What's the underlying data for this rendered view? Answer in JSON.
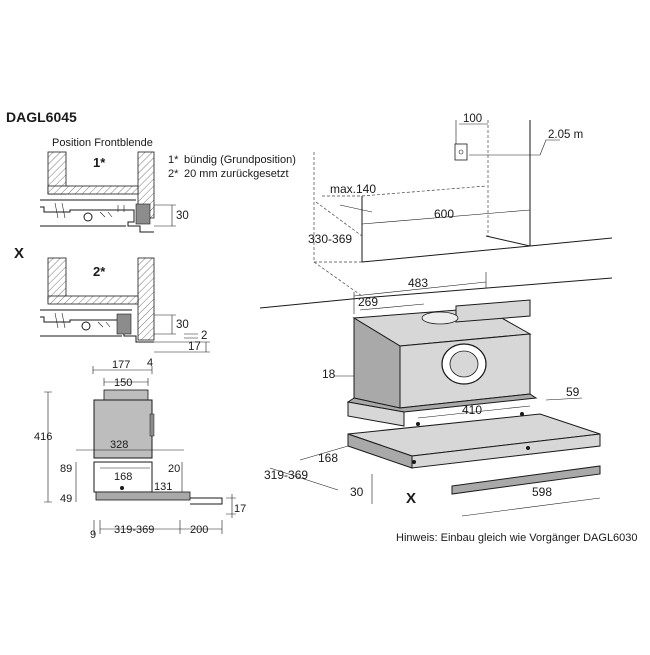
{
  "title": "DAGL6045",
  "position_heading": "Position Frontblende",
  "positions": [
    {
      "marker": "1*",
      "legend_key": "1*",
      "legend_text": "bündig (Grundposition)"
    },
    {
      "marker": "2*",
      "legend_key": "2*",
      "legend_text": "20 mm zurückgesetzt"
    }
  ],
  "side_marker": "X",
  "left_dims": {
    "pos1_height": "30",
    "pos2_height": "30",
    "pos2_offset": "2",
    "pos2_depth": "17"
  },
  "side_view_dims": {
    "top_width": "177",
    "top_offset": "4",
    "duct_width": "150",
    "total_height": "416",
    "body_width": "328",
    "height_89": "89",
    "base_168": "168",
    "right_20": "20",
    "front_131": "131",
    "height_49": "49",
    "front_17": "17",
    "bottom_9": "9",
    "depth_range": "319-369",
    "extension": "200"
  },
  "iso_view_dims": {
    "socket_spacing": "100",
    "socket_height": "2.05 m",
    "max_140": "max.140",
    "cabinet_width": "600",
    "cabinet_depth": "330-369",
    "body_width": "483",
    "duct_offset": "269",
    "side_18": "18",
    "inner_410": "410",
    "right_59": "59",
    "front_168": "168",
    "depth_range": "319-369",
    "front_30": "30",
    "marker": "X",
    "front_width": "598"
  },
  "note": "Hinweis: Einbau gleich wie Vorgänger DAGL6030"
}
